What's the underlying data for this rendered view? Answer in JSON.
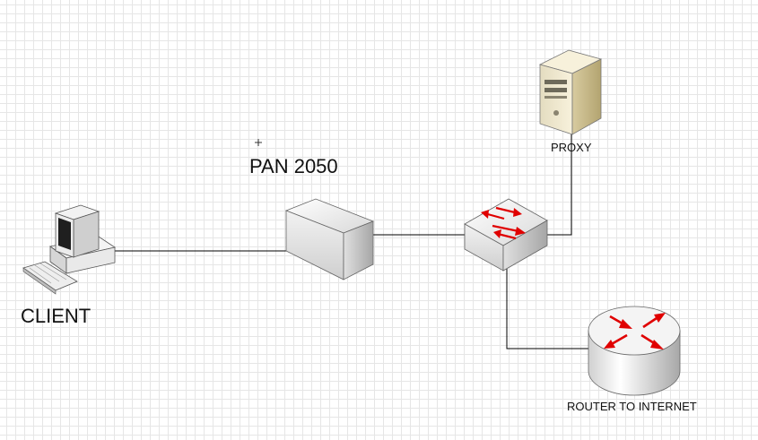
{
  "labels": {
    "client": "CLIENT",
    "pan": "PAN 2050",
    "proxy": "PROXY",
    "router": "ROUTER TO INTERNET"
  },
  "nodes": {
    "client": {
      "icon": "workstation-icon"
    },
    "pan": {
      "icon": "firewall-box-icon"
    },
    "switch": {
      "icon": "switch-icon"
    },
    "proxy": {
      "icon": "server-tower-icon"
    },
    "router": {
      "icon": "router-icon"
    }
  },
  "colors": {
    "arrow": "#e00000",
    "line": "#000000",
    "grid": "#e6e6e6"
  }
}
